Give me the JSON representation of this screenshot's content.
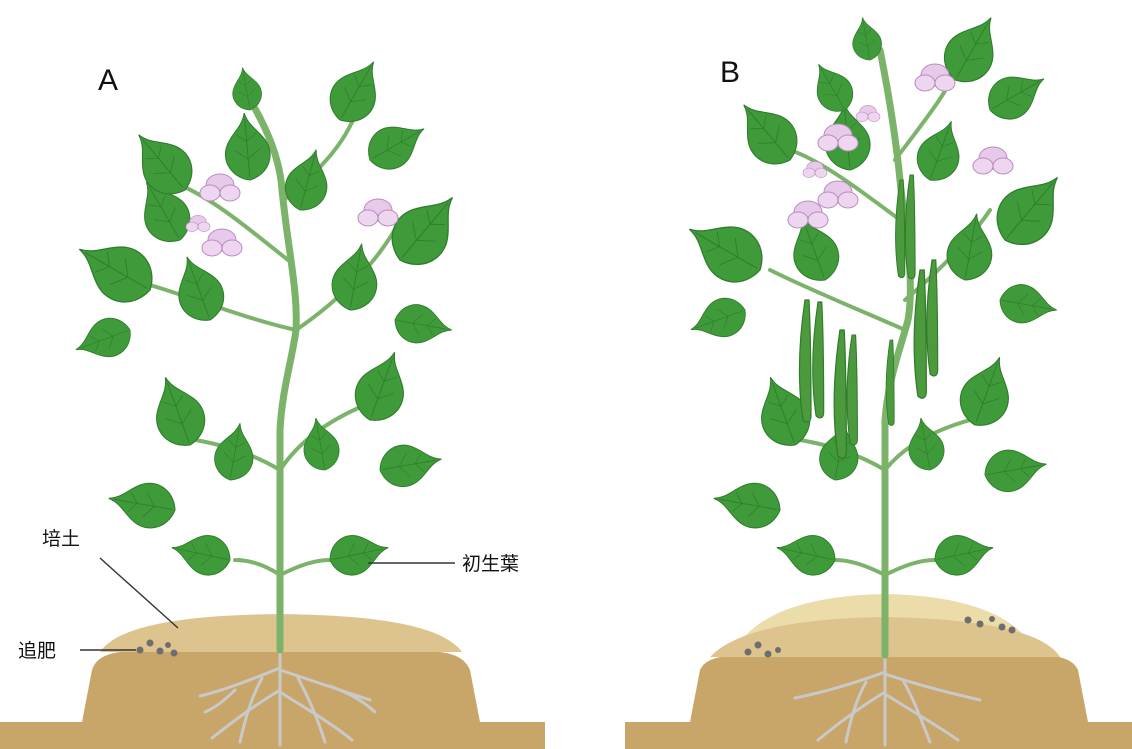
{
  "panels": [
    {
      "label": "A",
      "description_key": "plant-a"
    },
    {
      "label": "B",
      "description_key": "plant-b"
    }
  ],
  "callouts": {
    "hilling": "培土",
    "fertilizer": "追肥",
    "primary_leaf": "初生葉"
  },
  "colors": {
    "leaf": "#3f9a3a",
    "leaf_dark": "#2f7c2c",
    "stem": "#7cb36a",
    "flower": "#e7c9ea",
    "soil": "#c8a66a",
    "mound": "#ddc48e",
    "mound_b_top": "#ecdcaa",
    "roots": "#c9c9c9",
    "pebble": "#6e6e6e"
  }
}
